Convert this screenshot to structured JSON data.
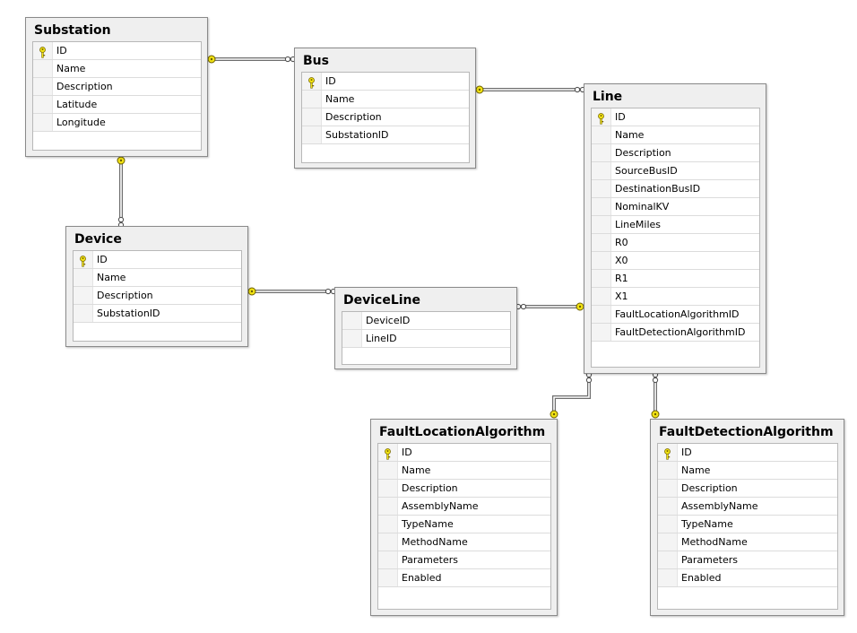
{
  "icons": {
    "primary_key": "key-icon",
    "relationship_one": "key-end-icon",
    "relationship_many": "infinity-end-icon"
  },
  "colors": {
    "key": "#f2e313",
    "line": "#6e6e6e",
    "table_bg": "#efefef"
  },
  "tables": {
    "substation": {
      "title": "Substation",
      "columns": [
        {
          "name": "ID",
          "key": true
        },
        {
          "name": "Name"
        },
        {
          "name": "Description"
        },
        {
          "name": "Latitude"
        },
        {
          "name": "Longitude"
        }
      ]
    },
    "bus": {
      "title": "Bus",
      "columns": [
        {
          "name": "ID",
          "key": true
        },
        {
          "name": "Name"
        },
        {
          "name": "Description"
        },
        {
          "name": "SubstationID"
        }
      ]
    },
    "line": {
      "title": "Line",
      "columns": [
        {
          "name": "ID",
          "key": true
        },
        {
          "name": "Name"
        },
        {
          "name": "Description"
        },
        {
          "name": "SourceBusID"
        },
        {
          "name": "DestinationBusID"
        },
        {
          "name": "NominalKV"
        },
        {
          "name": "LineMiles"
        },
        {
          "name": "R0"
        },
        {
          "name": "X0"
        },
        {
          "name": "R1"
        },
        {
          "name": "X1"
        },
        {
          "name": "FaultLocationAlgorithmID"
        },
        {
          "name": "FaultDetectionAlgorithmID"
        }
      ]
    },
    "device": {
      "title": "Device",
      "columns": [
        {
          "name": "ID",
          "key": true
        },
        {
          "name": "Name"
        },
        {
          "name": "Description"
        },
        {
          "name": "SubstationID"
        }
      ]
    },
    "deviceline": {
      "title": "DeviceLine",
      "columns": [
        {
          "name": "DeviceID"
        },
        {
          "name": "LineID"
        }
      ]
    },
    "faultlocationalgorithm": {
      "title": "FaultLocationAlgorithm",
      "columns": [
        {
          "name": "ID",
          "key": true
        },
        {
          "name": "Name"
        },
        {
          "name": "Description"
        },
        {
          "name": "AssemblyName"
        },
        {
          "name": "TypeName"
        },
        {
          "name": "MethodName"
        },
        {
          "name": "Parameters"
        },
        {
          "name": "Enabled"
        }
      ]
    },
    "faultdetectionalgorithm": {
      "title": "FaultDetectionAlgorithm",
      "columns": [
        {
          "name": "ID",
          "key": true
        },
        {
          "name": "Name"
        },
        {
          "name": "Description"
        },
        {
          "name": "AssemblyName"
        },
        {
          "name": "TypeName"
        },
        {
          "name": "MethodName"
        },
        {
          "name": "Parameters"
        },
        {
          "name": "Enabled"
        }
      ]
    }
  },
  "relationships": [
    {
      "one": "substation",
      "many": "bus"
    },
    {
      "one": "substation",
      "many": "device"
    },
    {
      "one": "bus",
      "many": "line"
    },
    {
      "one": "device",
      "many": "deviceline"
    },
    {
      "one": "line",
      "many": "deviceline"
    },
    {
      "one": "faultlocationalgorithm",
      "many": "line"
    },
    {
      "one": "faultdetectionalgorithm",
      "many": "line"
    }
  ]
}
